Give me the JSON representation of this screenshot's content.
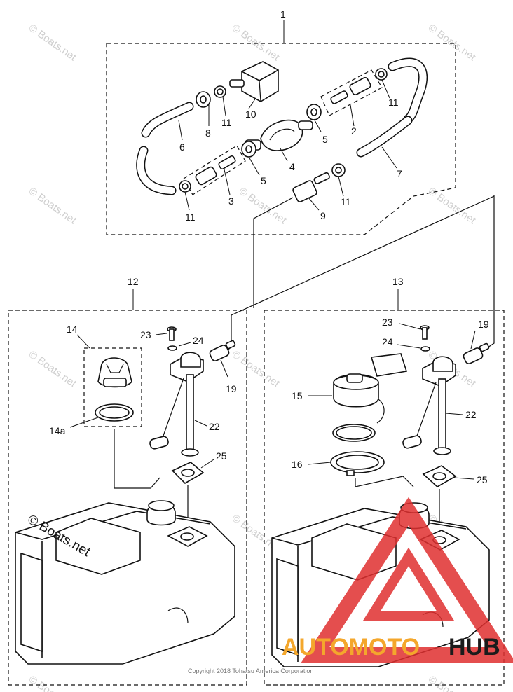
{
  "callouts": {
    "n1": "1",
    "n2": "2",
    "n3": "3",
    "n4": "4",
    "n5a": "5",
    "n5b": "5",
    "n6": "6",
    "n7": "7",
    "n8": "8",
    "n9": "9",
    "n10": "10",
    "n11a": "11",
    "n11b": "11",
    "n11c": "11",
    "n11d": "11",
    "n12": "12",
    "n13": "13",
    "n14": "14",
    "n14a": "14a",
    "n15": "15",
    "n16": "16",
    "n19a": "19",
    "n19b": "19",
    "n22a": "22",
    "n22b": "22",
    "n23a": "23",
    "n23b": "23",
    "n24a": "24",
    "n24b": "24",
    "n25a": "25",
    "n25b": "25"
  },
  "watermark": {
    "small": "© Boats.net",
    "main": "© Boats.net"
  },
  "copyright": "Copyright 2018 Tohatsu America Corporation",
  "brand": {
    "part1": "AUTOMOTO",
    "part2": "HUB",
    "colors": {
      "accent": "#f4a72c",
      "dark": "#1b1b1b",
      "triangle": "#e03030"
    }
  }
}
